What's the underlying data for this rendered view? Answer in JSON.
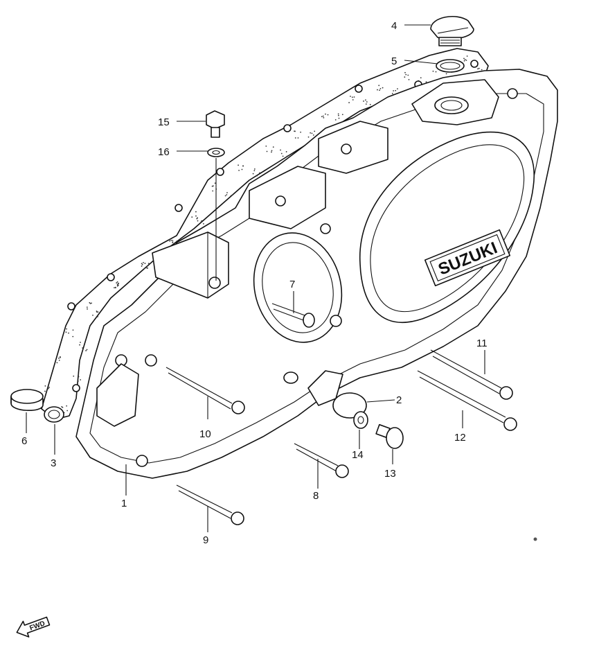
{
  "diagram": {
    "brand_plate": "SUZUKI",
    "fwd_arrow": "FWD",
    "callouts": [
      {
        "id": "1",
        "label": "1"
      },
      {
        "id": "2",
        "label": "2"
      },
      {
        "id": "3",
        "label": "3"
      },
      {
        "id": "4",
        "label": "4"
      },
      {
        "id": "5",
        "label": "5"
      },
      {
        "id": "6",
        "label": "6"
      },
      {
        "id": "7",
        "label": "7"
      },
      {
        "id": "8",
        "label": "8"
      },
      {
        "id": "9",
        "label": "9"
      },
      {
        "id": "10",
        "label": "10"
      },
      {
        "id": "11",
        "label": "11"
      },
      {
        "id": "12",
        "label": "12"
      },
      {
        "id": "13",
        "label": "13"
      },
      {
        "id": "14",
        "label": "14"
      },
      {
        "id": "15",
        "label": "15"
      },
      {
        "id": "16",
        "label": "16"
      }
    ]
  }
}
